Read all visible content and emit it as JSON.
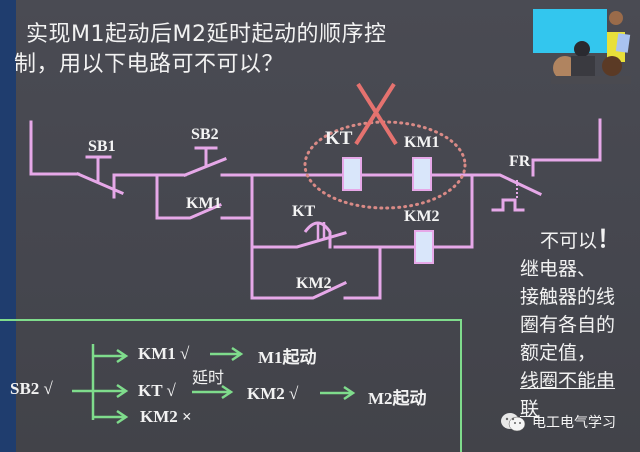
{
  "slide": {
    "title_line1": "实现M1起动后M2延时起动的顺序控",
    "title_line2": "制，用以下电路可不可以？",
    "colors": {
      "background": "#46474f",
      "left_band": "#1f3d6e",
      "wire": "#e6a8e8",
      "coil_fill": "#d9e6fa",
      "cross_mark": "#e5726f",
      "dotted_ellipse": "#d98a86",
      "flow_green": "#7fdc8c",
      "text": "#f2f2f2"
    }
  },
  "circuit": {
    "labels": {
      "sb1": "SB1",
      "sb2": "SB2",
      "km1_contact": "KM1",
      "kt_coil": "KT",
      "km1_coil": "KM1",
      "kt_contact": "KT",
      "km2_coil": "KM2",
      "km2_contact": "KM2",
      "fr": "FR"
    }
  },
  "note": {
    "head": "不可以",
    "bang": "！",
    "lines": [
      "继电器、",
      "接触器的线",
      "圈有各自的",
      "额定值，"
    ],
    "underlined": [
      "线圈不能串",
      "联"
    ]
  },
  "flow": {
    "source": "SB2 √",
    "branch1": "KM1 √",
    "branch1_result": "M1起动",
    "branch2": "KT √",
    "delay": "延时",
    "branch2_mid": "KM2 √",
    "branch2_result": "M2起动",
    "branch3": "KM2 ×"
  },
  "watermark": {
    "text": "电工电气学习"
  }
}
